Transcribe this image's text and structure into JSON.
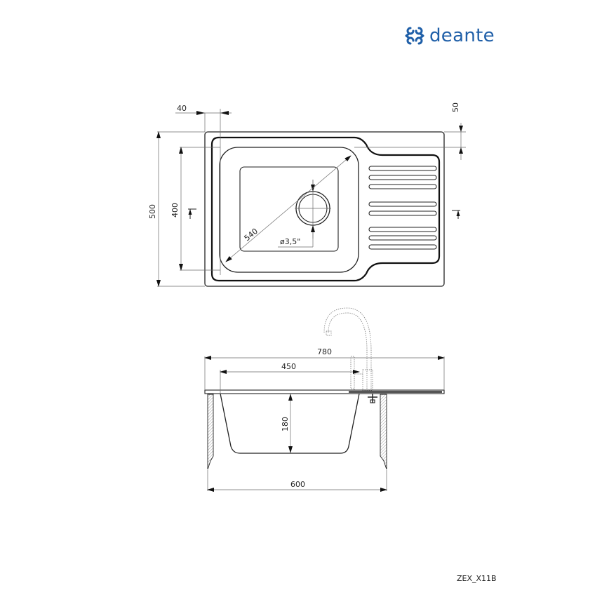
{
  "brand": {
    "name": "deante",
    "color": "#1f5fa8",
    "icon": "deante-logo-icon"
  },
  "drawing_code": "ZEX_X11B",
  "top_view": {
    "dimensions": {
      "flange_offset_left": "40",
      "flange_offset_top": "50",
      "overall_depth": "500",
      "bowl_depth": "400",
      "bowl_diagonal": "540",
      "drain_diameter": "ø3,5\""
    },
    "drainboard_groove_groups": [
      3,
      2,
      3
    ]
  },
  "side_view": {
    "dimensions": {
      "overall_width": "780",
      "bowl_width": "450",
      "bowl_height": "180",
      "cabinet_width": "600"
    },
    "faucet": "dotted-outline-faucet"
  },
  "colors": {
    "line": "#222222",
    "dimension_line": "#6a6a6a",
    "logo": "#1f5fa8"
  }
}
